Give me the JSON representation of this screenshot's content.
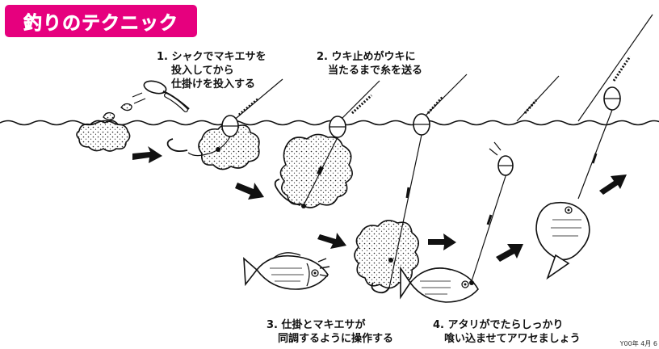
{
  "title": "釣りのテクニック",
  "steps": [
    {
      "line1": "1. シャクでマキエサを",
      "line2": "投入してから",
      "line3": "仕掛けを投入する"
    },
    {
      "line1": "2. ウキ止めがウキに",
      "line2": "当たるまで糸を送る"
    },
    {
      "line1": "3. 仕掛とマキエサが",
      "line2": "同調するように操作する"
    },
    {
      "line1": "4. アタリがでたらしっかり",
      "line2": "喰い込ませてアワセましょう"
    }
  ],
  "credit": "Y00年 4月 6",
  "colors": {
    "accent": "#e6007e",
    "ink": "#111111"
  },
  "icons": [
    "ladle-icon",
    "float-icon",
    "hook-icon",
    "fish-icon",
    "arrow-right-icon",
    "chum-cloud-icon"
  ]
}
